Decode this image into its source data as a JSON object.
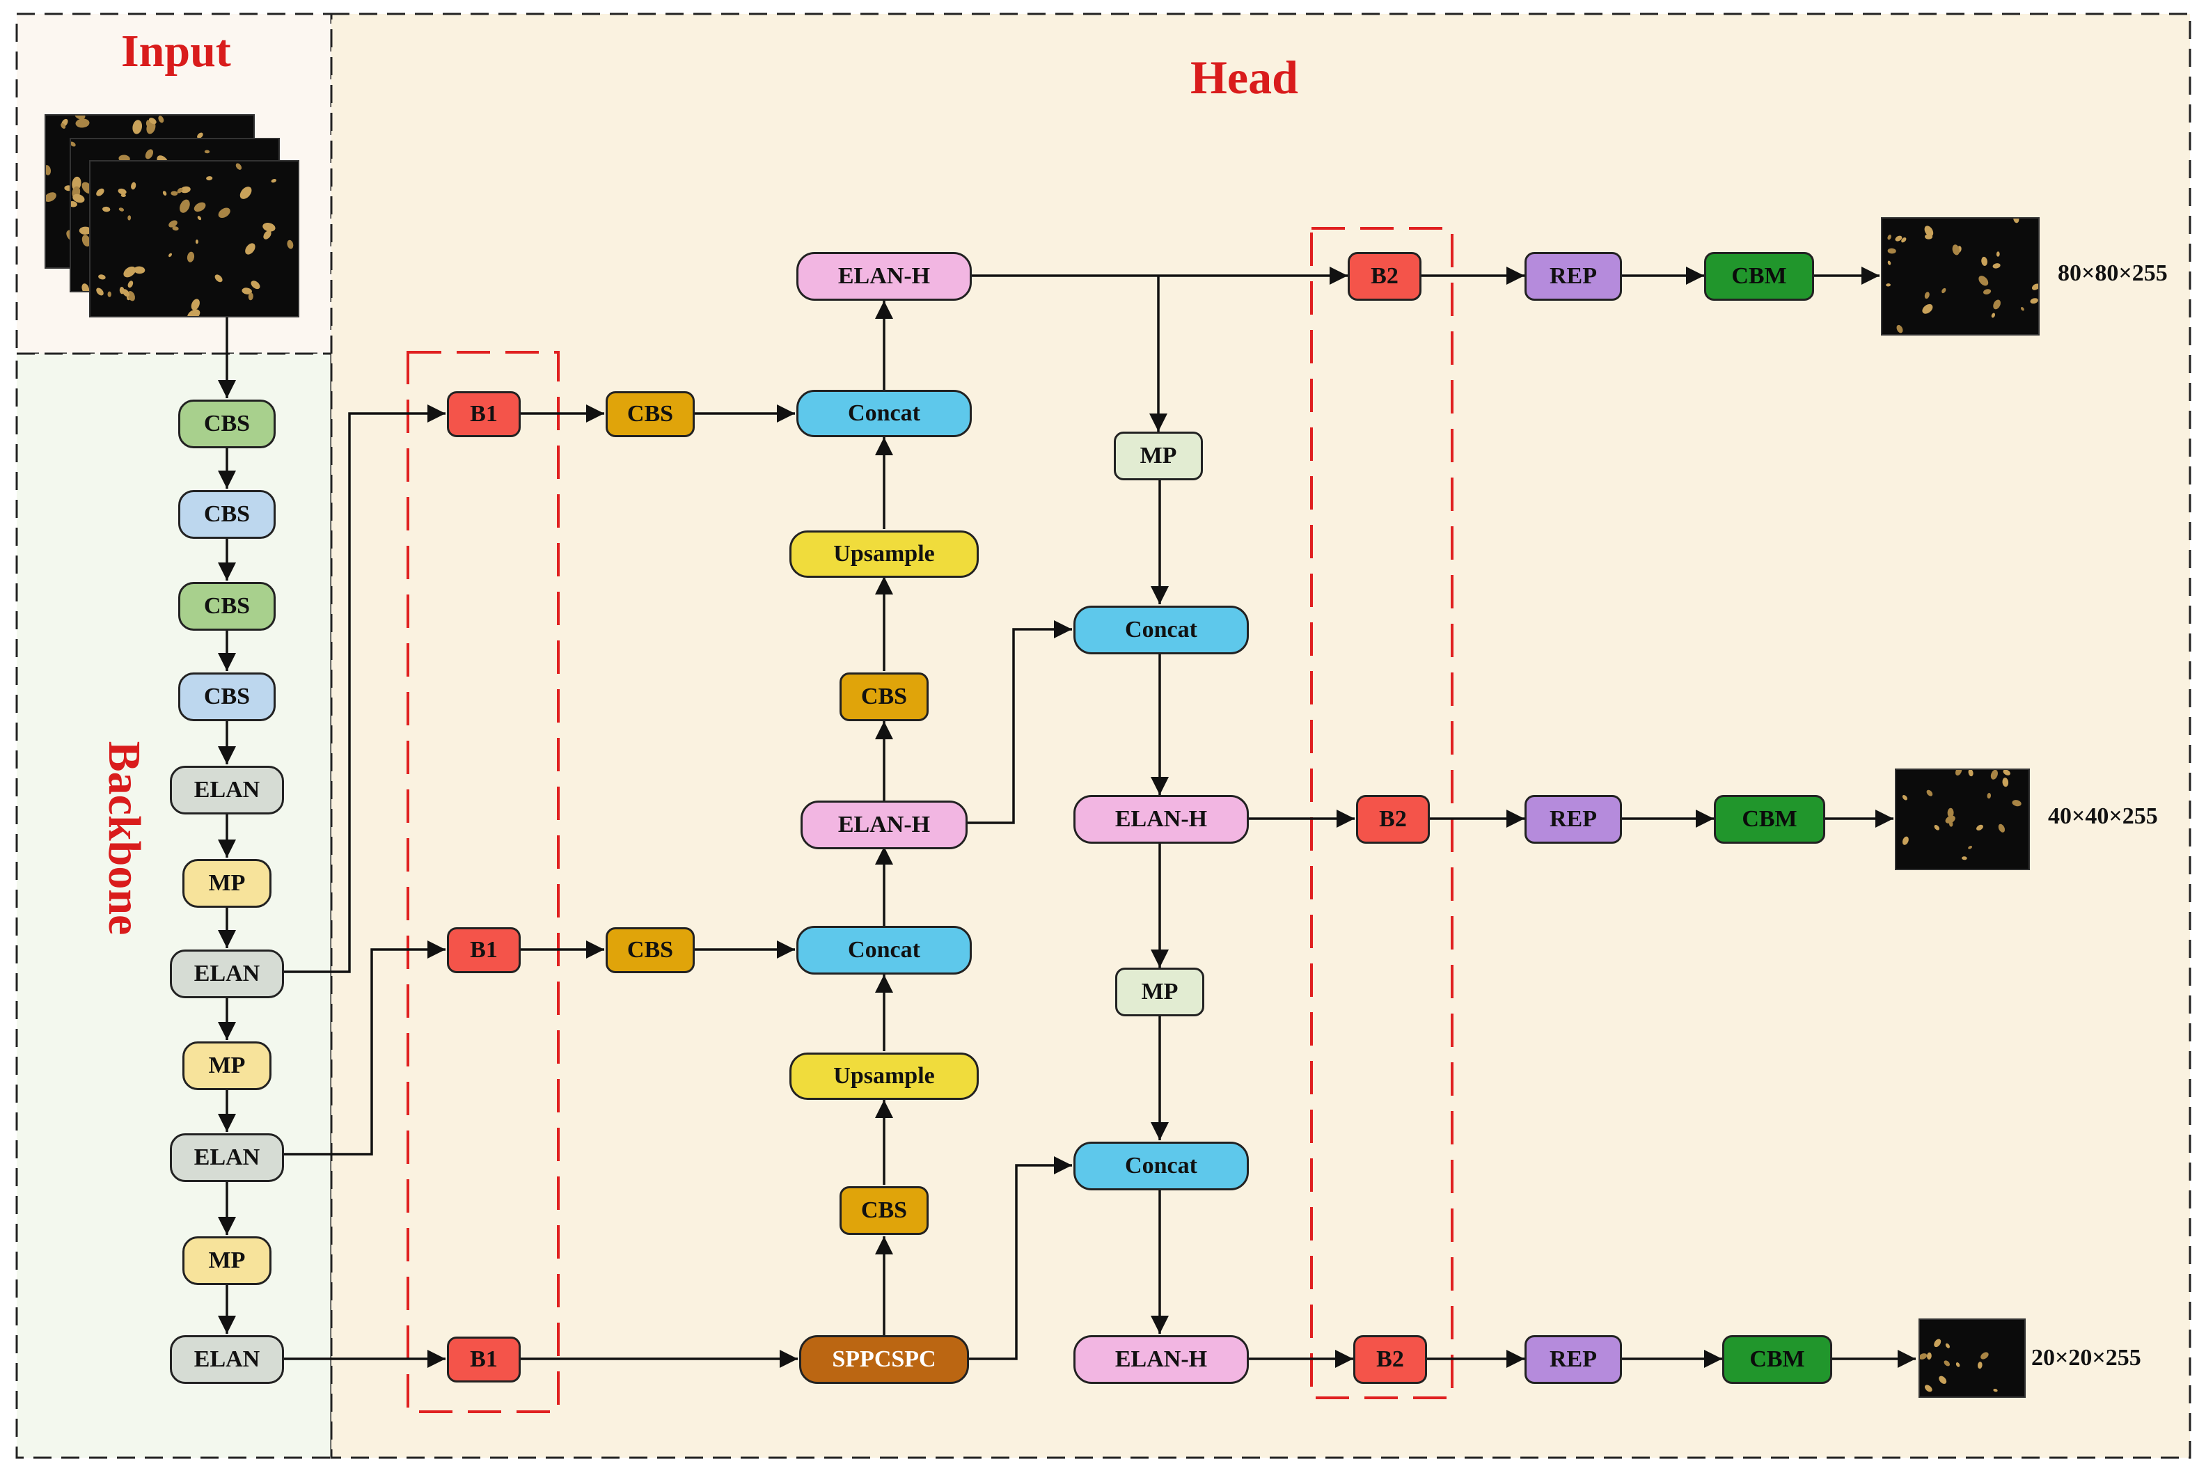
{
  "sections": {
    "input": "Input",
    "head": "Head",
    "backbone": "Backbone"
  },
  "colors": {
    "cbs_green": "#a8d08d",
    "cbs_blue": "#bdd7ee",
    "elan": "#d6dcd4",
    "mp_yellow": "#f7e39b",
    "mp_light": "#e2ecd2",
    "b1": "#f4544a",
    "b2": "#f4544a",
    "cbs_orange": "#e0a40a",
    "concat": "#5ec8eb",
    "upsample": "#f0dc3c",
    "elan_h": "#f2b6e2",
    "sppcspc": "#bb6612",
    "rep": "#b58bdc",
    "cbm": "#21962c",
    "dashed_red": "#e02020"
  },
  "nodes": [
    {
      "id": "bb_cbs1",
      "label": "CBS",
      "color": "cbs_green"
    },
    {
      "id": "bb_cbs2",
      "label": "CBS",
      "color": "cbs_blue"
    },
    {
      "id": "bb_cbs3",
      "label": "CBS",
      "color": "cbs_green"
    },
    {
      "id": "bb_cbs4",
      "label": "CBS",
      "color": "cbs_blue"
    },
    {
      "id": "bb_elan1",
      "label": "ELAN",
      "color": "elan"
    },
    {
      "id": "bb_mp1",
      "label": "MP",
      "color": "mp_yellow"
    },
    {
      "id": "bb_elan2",
      "label": "ELAN",
      "color": "elan"
    },
    {
      "id": "bb_mp2",
      "label": "MP",
      "color": "mp_yellow"
    },
    {
      "id": "bb_elan3",
      "label": "ELAN",
      "color": "elan"
    },
    {
      "id": "bb_mp3",
      "label": "MP",
      "color": "mp_yellow"
    },
    {
      "id": "bb_elan4",
      "label": "ELAN",
      "color": "elan"
    },
    {
      "id": "b1_top",
      "label": "B1",
      "color": "b1"
    },
    {
      "id": "b1_mid",
      "label": "B1",
      "color": "b1"
    },
    {
      "id": "b1_bot",
      "label": "B1",
      "color": "b1"
    },
    {
      "id": "cbs_top",
      "label": "CBS",
      "color": "cbs_orange"
    },
    {
      "id": "cbs_mid",
      "label": "CBS",
      "color": "cbs_orange"
    },
    {
      "id": "elanh_top",
      "label": "ELAN-H",
      "color": "elan_h"
    },
    {
      "id": "concat_top",
      "label": "Concat",
      "color": "concat"
    },
    {
      "id": "upsample1",
      "label": "Upsample",
      "color": "upsample"
    },
    {
      "id": "cbs_up1",
      "label": "CBS",
      "color": "cbs_orange"
    },
    {
      "id": "elanh_mid",
      "label": "ELAN-H",
      "color": "elan_h"
    },
    {
      "id": "concat_mid",
      "label": "Concat",
      "color": "concat"
    },
    {
      "id": "upsample2",
      "label": "Upsample",
      "color": "upsample"
    },
    {
      "id": "cbs_up2",
      "label": "CBS",
      "color": "cbs_orange"
    },
    {
      "id": "sppcspc",
      "label": "SPPCSPC",
      "color": "sppcspc"
    },
    {
      "id": "mp_h1",
      "label": "MP",
      "color": "mp_light"
    },
    {
      "id": "concat_r1",
      "label": "Concat",
      "color": "concat"
    },
    {
      "id": "elanh_r1",
      "label": "ELAN-H",
      "color": "elan_h"
    },
    {
      "id": "mp_h2",
      "label": "MP",
      "color": "mp_light"
    },
    {
      "id": "concat_r2",
      "label": "Concat",
      "color": "concat"
    },
    {
      "id": "elanh_r2",
      "label": "ELAN-H",
      "color": "elan_h"
    },
    {
      "id": "b2_top",
      "label": "B2",
      "color": "b2"
    },
    {
      "id": "b2_mid",
      "label": "B2",
      "color": "b2"
    },
    {
      "id": "b2_bot",
      "label": "B2",
      "color": "b2"
    },
    {
      "id": "rep_top",
      "label": "REP",
      "color": "rep"
    },
    {
      "id": "rep_mid",
      "label": "REP",
      "color": "rep"
    },
    {
      "id": "rep_bot",
      "label": "REP",
      "color": "rep"
    },
    {
      "id": "cbm_top",
      "label": "CBM",
      "color": "cbm"
    },
    {
      "id": "cbm_mid",
      "label": "CBM",
      "color": "cbm"
    },
    {
      "id": "cbm_bot",
      "label": "CBM",
      "color": "cbm"
    }
  ],
  "outputs": [
    {
      "id": "out_top",
      "label": "80×80×255"
    },
    {
      "id": "out_mid",
      "label": "40×40×255"
    },
    {
      "id": "out_bot",
      "label": "20×20×255"
    }
  ]
}
